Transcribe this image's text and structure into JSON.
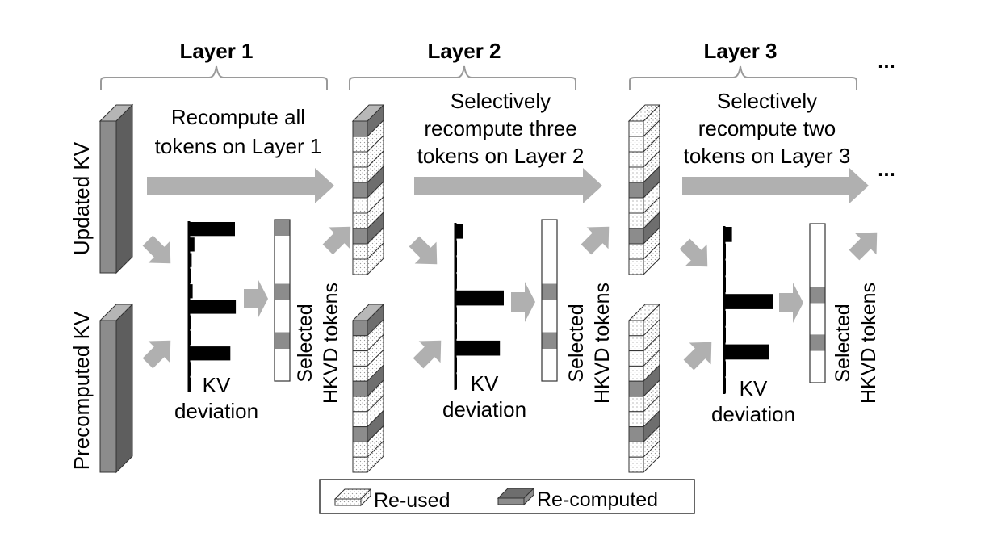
{
  "layers": [
    {
      "title": "Layer 1",
      "caption_lines": [
        "Recompute all",
        "tokens on Layer 1"
      ]
    },
    {
      "title": "Layer 2",
      "caption_lines": [
        "Selectively",
        "recompute three",
        "tokens on Layer 2"
      ]
    },
    {
      "title": "Layer 3",
      "caption_lines": [
        "Selectively",
        "recompute two",
        "tokens on Layer 3"
      ]
    }
  ],
  "ellipsis": "...",
  "inputs": {
    "updated": "Updated KV",
    "precomputed": "Precomputed KV"
  },
  "deviation_label_lines": [
    "KV",
    "deviation"
  ],
  "selected_label_lines": [
    "Selected",
    "HKVD tokens"
  ],
  "deviation_bars": [
    [
      1,
      0.12,
      0.06,
      0.03,
      0.08,
      1.02,
      0.05,
      0.02,
      0.9,
      0.05,
      0.03
    ],
    [
      0.16,
      0.01,
      0.01,
      0.01,
      1,
      0.01,
      0.01,
      0.92,
      0.01,
      0.01
    ],
    [
      0.16,
      0.01,
      0.01,
      0.01,
      1,
      0.01,
      0.01,
      0.92,
      0.01,
      0.01
    ]
  ],
  "selected_rows": [
    [
      true,
      false,
      false,
      false,
      true,
      false,
      false,
      true,
      false,
      false
    ],
    [
      false,
      false,
      false,
      false,
      true,
      false,
      false,
      true,
      false,
      false
    ],
    [
      false,
      false,
      false,
      false,
      true,
      false,
      false,
      true,
      false,
      false
    ]
  ],
  "legend": {
    "reused": "Re-used",
    "recomputed": "Re-computed"
  },
  "colors": {
    "recomputed": "#8c8c8c",
    "recomputed_dark": "#6e6e6e",
    "reused": "#ffffff",
    "arrow": "#b0b0b0",
    "bar": "#000000"
  }
}
